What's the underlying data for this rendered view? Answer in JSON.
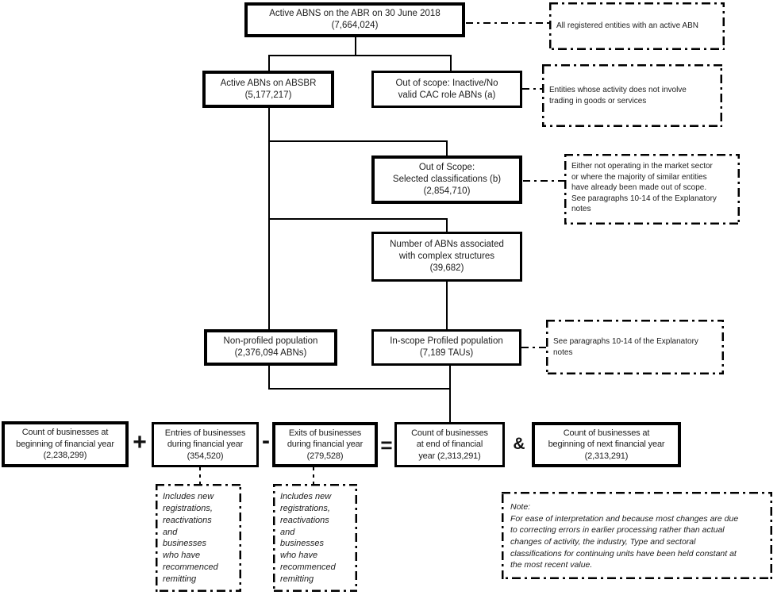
{
  "colors": {
    "border": "#000000",
    "background": "#ffffff",
    "text": "#1c1c1c"
  },
  "nodes": {
    "abr": "Active ABNS on the ABR on 30 June 2018\n(7,664,024)",
    "absbr": "Active ABNs on ABSBR\n(5,177,217)",
    "out_of_scope_cac": "Out of scope: Inactive/No\nvalid CAC role ABNs (a)",
    "out_of_scope_classifications": "Out of Scope:\nSelected classifications (b)\n(2,854,710)",
    "complex_structures": "Number of ABNs associated\nwith complex structures\n(39,682)",
    "non_profiled": "Non-profiled population\n(2,376,094 ABNs)",
    "profiled": "In-scope Profiled population\n(7,189 TAUs)",
    "count_beginning": "Count of businesses at\nbeginning of financial year\n(2,238,299)",
    "entries": "Entries of businesses\nduring financial year\n(354,520)",
    "exits": "Exits of businesses\nduring financial year\n(279,528)",
    "count_end": "Count of businesses\nat end of financial\nyear (2,313,291)",
    "count_next": "Count of businesses at\nbeginning of next financial year\n(2,313,291)"
  },
  "operators": {
    "plus": "+",
    "minus": "-",
    "equals": "=",
    "ampersand": "&"
  },
  "annotations": {
    "abr_note": "All registered entities with an active ABN",
    "cac_note": "Entities whose activity  does not involve\ntrading in goods or services",
    "classifications_note": "Either not operating in the market sector\nor where the majority of similar entities\nhave already been made out of scope.\nSee paragraphs 10-14 of the Explanatory\nnotes",
    "profiled_note": "See paragraphs 10-14 of the Explanatory\nnotes",
    "entries_note": "Includes new\nregistrations,\nreactivations\nand\nbusinesses\nwho have\nrecommenced\nremitting",
    "exits_note": "Includes new\nregistrations,\nreactivations\nand\nbusinesses\nwho have\nrecommenced\nremitting",
    "note": {
      "title": "Note:",
      "body": "For ease of interpretation and because most changes are due\nto correcting errors in earlier processing rather than actual\nchanges of activity, the industry, Type and sectoral\nclassifications for continuing units have been held constant at\nthe most recent value."
    }
  }
}
